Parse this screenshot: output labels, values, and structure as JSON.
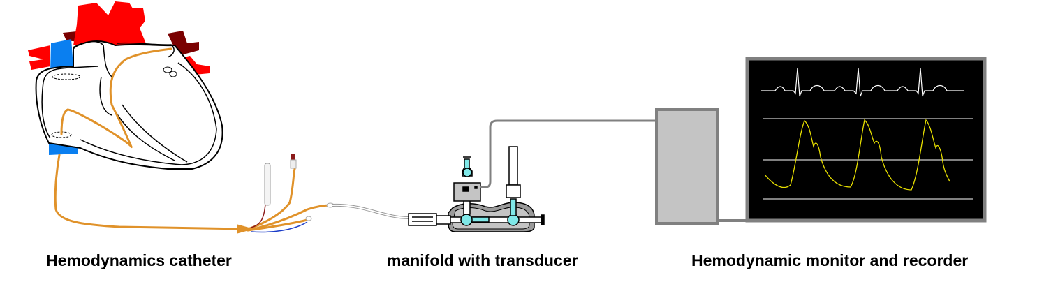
{
  "labels": {
    "catheter": "Hemodynamics catheter",
    "manifold": "manifold with transducer",
    "monitor": "Hemodynamic monitor and recorder"
  },
  "colors": {
    "catheter": "#e0922a",
    "artery": "#ff0000",
    "vein": "#0a7ff0",
    "pulmonary_vein": "#7a0000",
    "fluid": "#7fe8e8",
    "cable": "#808080",
    "screen": "#000000",
    "ecg": "#ffffff",
    "pressure_wave": "#e8e000"
  }
}
